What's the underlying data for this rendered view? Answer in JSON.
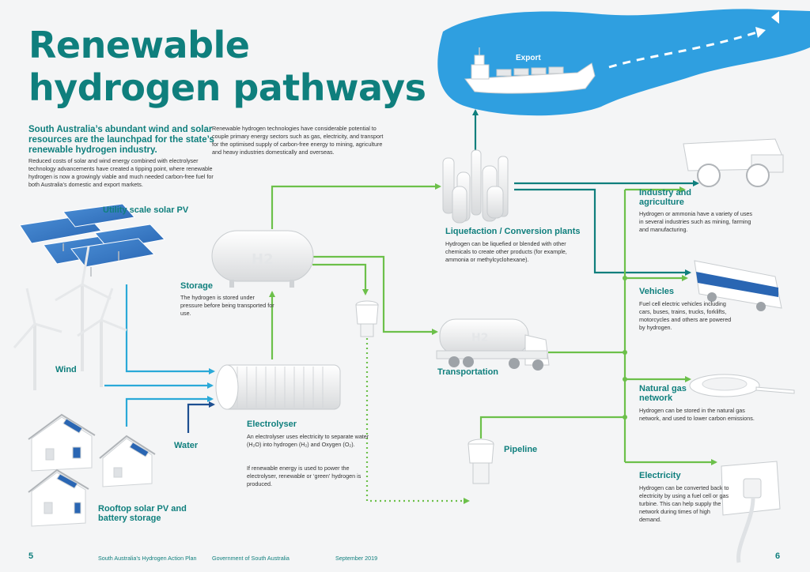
{
  "title": "Renewable hydrogen pathways",
  "intro": {
    "headline": "South Australia’s abundant wind and solar resources are the launchpad for the state’s renewable hydrogen industry.",
    "body": "Reduced costs of solar and wind energy combined with electrolyser technology advancements have created a tipping point, where renewable hydrogen is now a growingly viable and much needed carbon-free fuel for both Australia’s domestic and export markets.",
    "body2": "Renewable hydrogen technologies have considerable potential to couple primary energy sectors such as gas, electricity, and transport for the optimised supply of carbon-free energy to mining, agriculture and heavy industries domestically and overseas."
  },
  "labels": {
    "utility_solar": "Utility scale solar PV",
    "wind": "Wind",
    "water": "Water",
    "rooftop": "Rooftop solar PV and battery storage",
    "export": "Export"
  },
  "storage": {
    "label": "Storage",
    "desc": "The hydrogen is stored under pressure before being transported for use."
  },
  "electrolyser": {
    "label": "Electrolyser",
    "desc1": "An electrolyser uses electricity to separate water (H₂O) into hydrogen (H₂) and Oxygen (O₂).",
    "desc2": "If renewable energy is used to power the electrolyser, renewable or ‘green’ hydrogen is produced."
  },
  "liquefaction": {
    "label": "Liquefaction / Conversion plants",
    "desc": "Hydrogen can be liquefied or blended with other chemicals to create other products (for example, ammonia or methylcyclohexane)."
  },
  "transportation": {
    "label": "Transportation"
  },
  "pipeline": {
    "label": "Pipeline"
  },
  "tank_text": "H2",
  "industry": {
    "label": "Industry and agriculture",
    "desc": "Hydrogen or ammonia have a variety of uses in several industries such as mining, farming and manufacturing."
  },
  "vehicles": {
    "label": "Vehicles",
    "desc": "Fuel cell electric vehicles including cars, buses, trains, trucks, forklifts, motorcycles and others are powered by hydrogen."
  },
  "natural_gas": {
    "label": "Natural gas network",
    "desc": "Hydrogen can be stored in the natural gas network, and used to lower carbon emissions."
  },
  "electricity": {
    "label": "Electricity",
    "desc": "Hydrogen can be converted back to electricity by using a fuel cell or gas turbine. This can help supply the network during times of high demand."
  },
  "footer": {
    "page_left": "5",
    "plan": "South Australia’s Hydrogen Action Plan",
    "government": "Government of South Australia",
    "date": "September 2019",
    "page_right": "6"
  },
  "colors": {
    "teal": "#0f7f7d",
    "green": "#6cc04a",
    "cyan": "#2aa9d8",
    "navy": "#1d4f91",
    "water": "#2f9fe0"
  }
}
